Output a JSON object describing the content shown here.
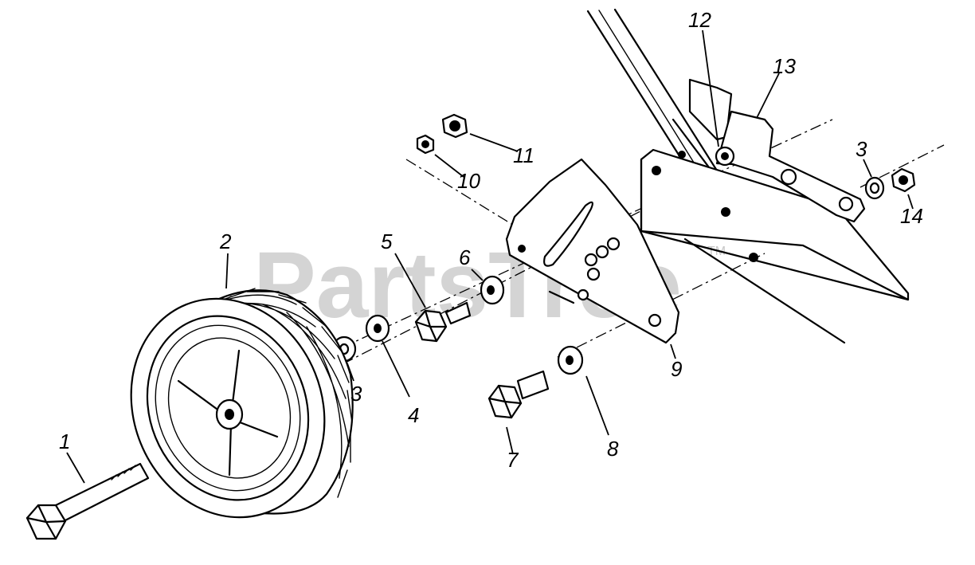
{
  "watermark": {
    "text": "PartsTree",
    "trademark": "TM"
  },
  "callouts": [
    {
      "id": "c1",
      "label": "1"
    },
    {
      "id": "c2",
      "label": "2"
    },
    {
      "id": "c3a",
      "label": "3"
    },
    {
      "id": "c3b",
      "label": "3"
    },
    {
      "id": "c4",
      "label": "4"
    },
    {
      "id": "c5",
      "label": "5"
    },
    {
      "id": "c6",
      "label": "6"
    },
    {
      "id": "c7",
      "label": "7"
    },
    {
      "id": "c8",
      "label": "8"
    },
    {
      "id": "c9",
      "label": "9"
    },
    {
      "id": "c10",
      "label": "10"
    },
    {
      "id": "c11",
      "label": "11"
    },
    {
      "id": "c12",
      "label": "12"
    },
    {
      "id": "c13",
      "label": "13"
    },
    {
      "id": "c14",
      "label": "14"
    }
  ]
}
